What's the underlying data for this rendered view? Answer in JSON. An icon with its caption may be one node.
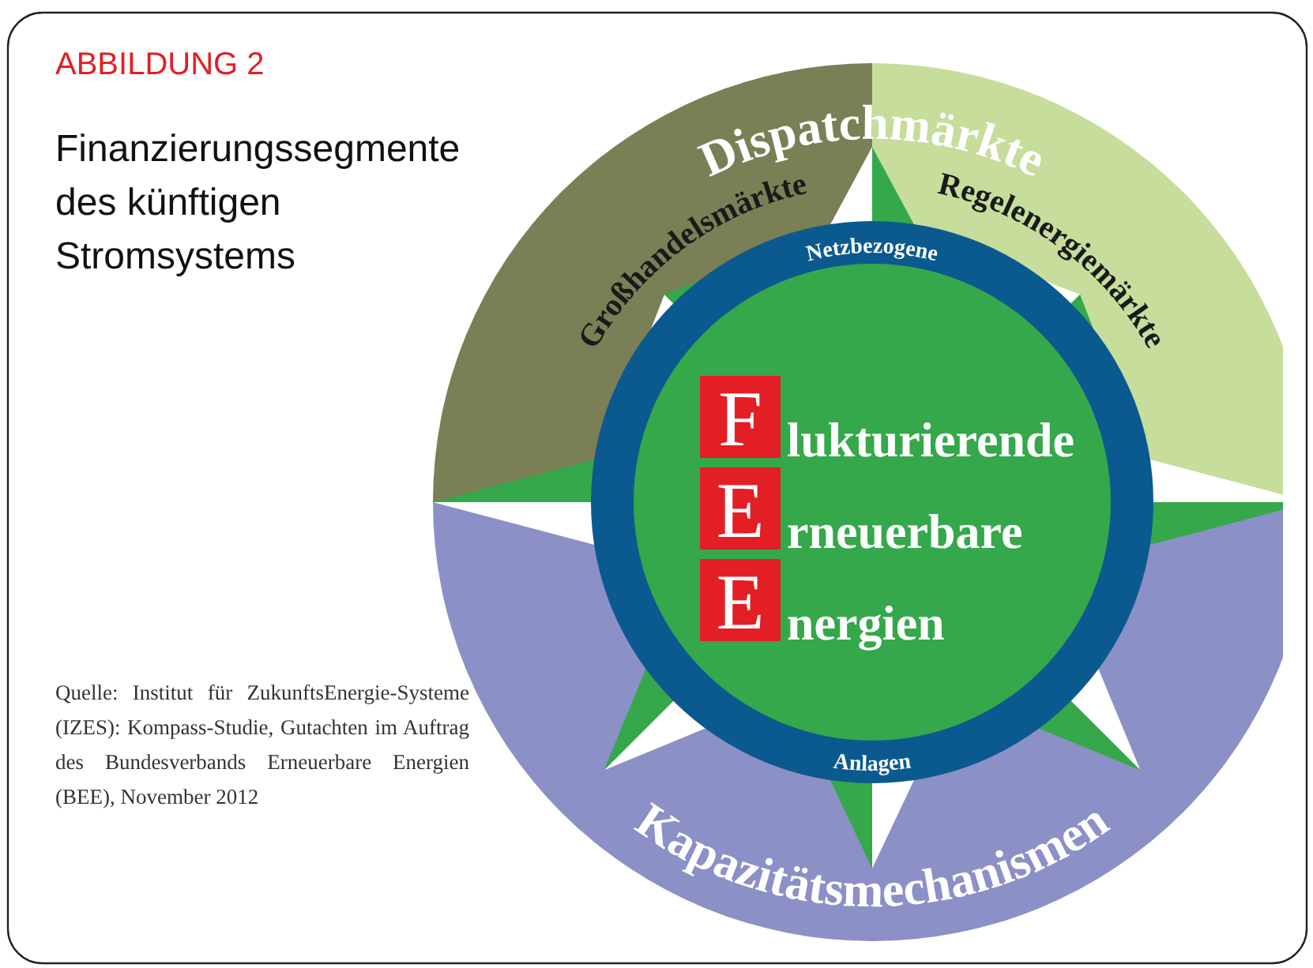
{
  "diagram": {
    "title": "Finanzierungssegmente des künftigen Stromsystems",
    "caption": "Quelle: Institut für ZukunftsEnergie-Systeme (IZES): Kompass-Studie, Gutachten im Auftrag des Bundesverbands Erneuerbare Energien (BEE), November 2012",
    "nodes": [
      {
        "text": [
          "Dispatchmärkte"
        ]
      },
      {
        "text": [
          "Großhandelsmärkte"
        ]
      },
      {
        "text": [
          "Regelenergiemärkte"
        ]
      },
      {
        "text": [
          "Kapazitätsmechanismen"
        ]
      },
      {
        "text": [
          "Netzbezogene",
          "Anlagen"
        ]
      },
      {
        "text": [
          "F",
          "lukturierende",
          "E",
          "rneuerbare",
          "E",
          "nergien"
        ],
        "in": 4
      }
    ],
    "labels": [
      "ABBILDUNG 2"
    ]
  }
}
